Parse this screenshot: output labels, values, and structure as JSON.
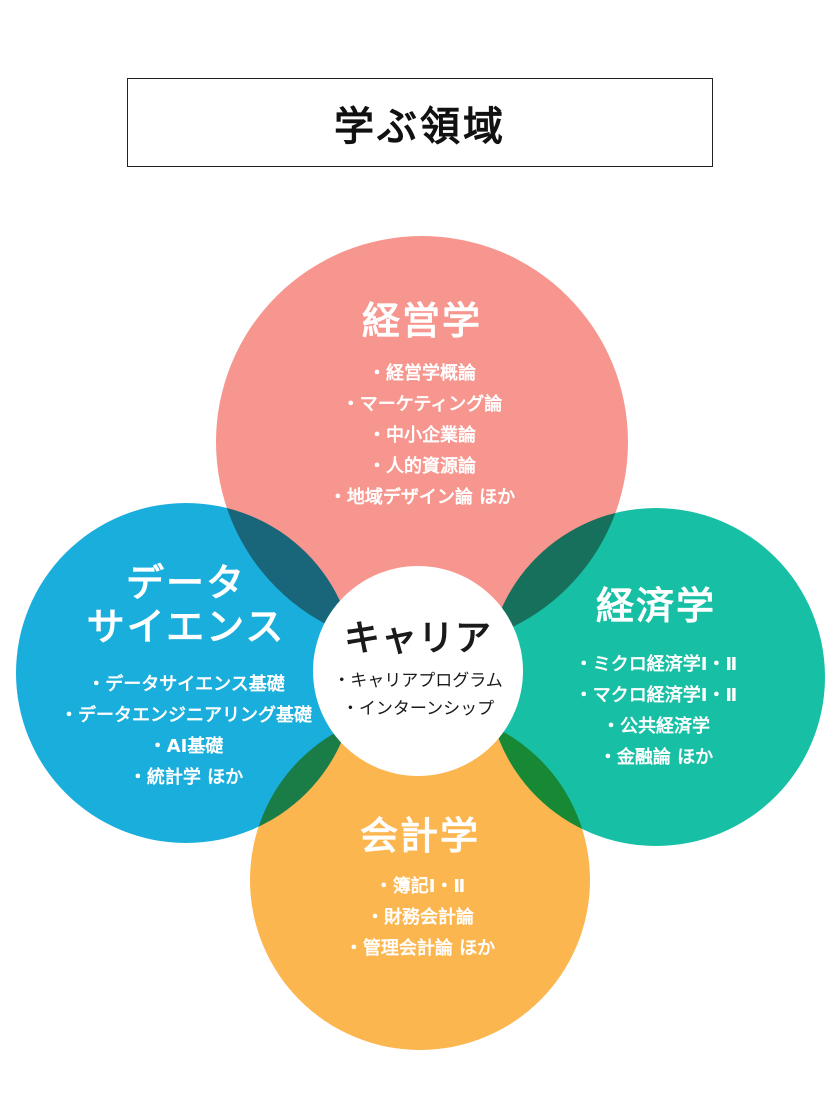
{
  "title": "学ぶ領域",
  "colors": {
    "management": "#f6968e",
    "data_science": "#1aaedd",
    "economics": "#17bfa5",
    "accounting": "#fcb650",
    "center": "#ffffff"
  },
  "areas": {
    "management": {
      "heading": "経営学",
      "items": [
        "・経営学概論",
        "・マーケティング論",
        "・中小企業論",
        "・人的資源論",
        "・地域デザイン論 ほか"
      ]
    },
    "data_science": {
      "heading_line1": "データ",
      "heading_line2": "サイエンス",
      "items": [
        "・データサイエンス基礎",
        "・データエンジニアリング基礎",
        "・AI基礎",
        "・統計学 ほか"
      ]
    },
    "economics": {
      "heading": "経済学",
      "items": [
        "・ミクロ経済学Ⅰ・Ⅱ",
        "・マクロ経済学Ⅰ・Ⅱ",
        "・公共経済学",
        "・金融論 ほか"
      ]
    },
    "accounting": {
      "heading": "会計学",
      "items": [
        "・簿記Ⅰ・Ⅱ",
        "・財務会計論",
        "・管理会計論 ほか"
      ]
    },
    "career": {
      "heading": "キャリア",
      "items": [
        "・キャリアプログラム",
        "・インターンシップ"
      ]
    }
  }
}
